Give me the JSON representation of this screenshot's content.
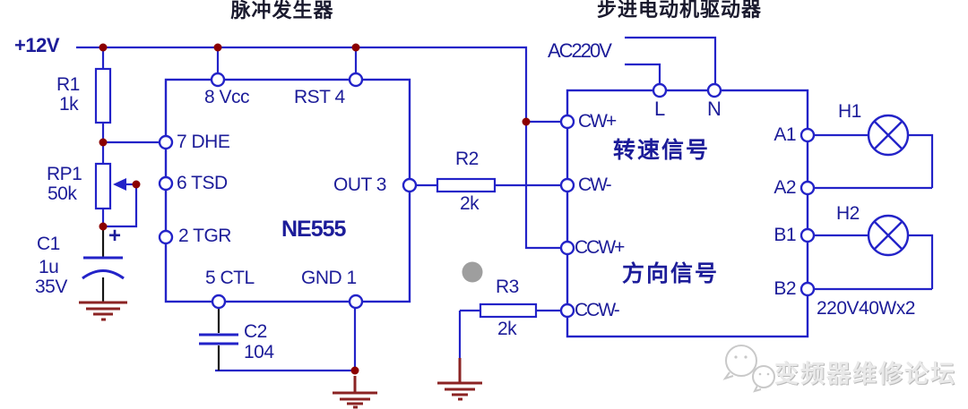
{
  "titles": {
    "pulse_generator": "脉冲发生器",
    "stepper_driver": "步进电动机驱动器"
  },
  "power": {
    "dc_rail": "+12V",
    "ac_source": "AC220V",
    "line_terminal": "L",
    "neutral_terminal": "N"
  },
  "ic": {
    "name": "NE555",
    "pins": {
      "vcc": "8 Vcc",
      "rst": "RST 4",
      "dhe": "7 DHE",
      "tsd": "6 TSD",
      "tgr": "2 TGR",
      "ctl": "5 CTL",
      "gnd": "GND 1",
      "out": "OUT 3"
    }
  },
  "components": {
    "r1": {
      "ref": "R1",
      "value": "1k"
    },
    "rp1": {
      "ref": "RP1",
      "value": "50k"
    },
    "c1": {
      "ref": "C1",
      "value": "1u",
      "rating": "35V",
      "polarity": "+"
    },
    "c2": {
      "ref": "C2",
      "value": "104"
    },
    "r2": {
      "ref": "R2",
      "value": "2k"
    },
    "r3": {
      "ref": "R3",
      "value": "2k"
    }
  },
  "driver": {
    "terminals": {
      "cw_plus": "CW+",
      "cw_minus": "CW-",
      "ccw_plus": "CCW+",
      "ccw_minus": "CCW-",
      "a1": "A1",
      "a2": "A2",
      "b1": "B1",
      "b2": "B2"
    },
    "speed_signal_label": "转速信号",
    "direction_signal_label": "方向信号"
  },
  "lamps": {
    "h1": "H1",
    "h2": "H2",
    "rating": "220V40Wx2"
  },
  "watermark": {
    "text": "变频器维修论坛"
  },
  "colors": {
    "wire": "#2323c8",
    "label": "#1c1c99",
    "junction": "#8b0000",
    "ground": "#8b2323",
    "watermark": "#cfcfcf"
  }
}
